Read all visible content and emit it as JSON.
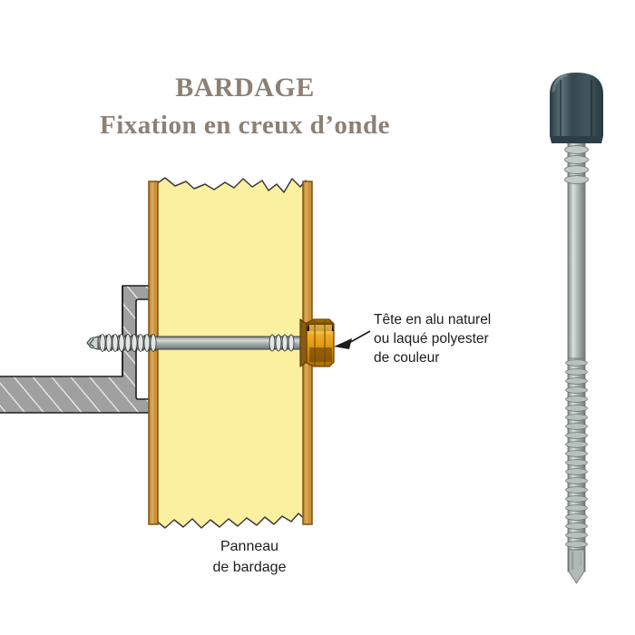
{
  "document": {
    "title_line1": "BARDAGE",
    "title_line2": "Fixation en creux d’onde",
    "title_color": "#8c8076"
  },
  "callout": {
    "line1": "Tête en alu naturel",
    "line2": "ou laqué polyester",
    "line3": "de couleur",
    "arrow": "left-arrow"
  },
  "caption": {
    "line1": "Panneau",
    "line2": "de bardage"
  },
  "colors": {
    "panel_fill": "#faf0a0",
    "panel_edge": "#c8913c",
    "panel_edge_dark": "#8a5a1e",
    "purlin_fill": "#a0a0a0",
    "purlin_stroke": "#1d1d1d",
    "screw_head_gold": "#e8a51e",
    "screw_head_gold_dark": "#a86d08",
    "screw_steel": "#9aa0a0",
    "screw_cap_teal": "#3a4f56",
    "outline": "#1d1d1d"
  },
  "parts": {
    "panel": "cladding-panel",
    "purlin": "steel-purlin-section",
    "screw_horizontal": "self-drilling-screw-in-section",
    "screw_product": "self-drilling-screw-product-view",
    "screw_cap": "hex-head-cap",
    "screw_tip": "drill-point-tip"
  }
}
